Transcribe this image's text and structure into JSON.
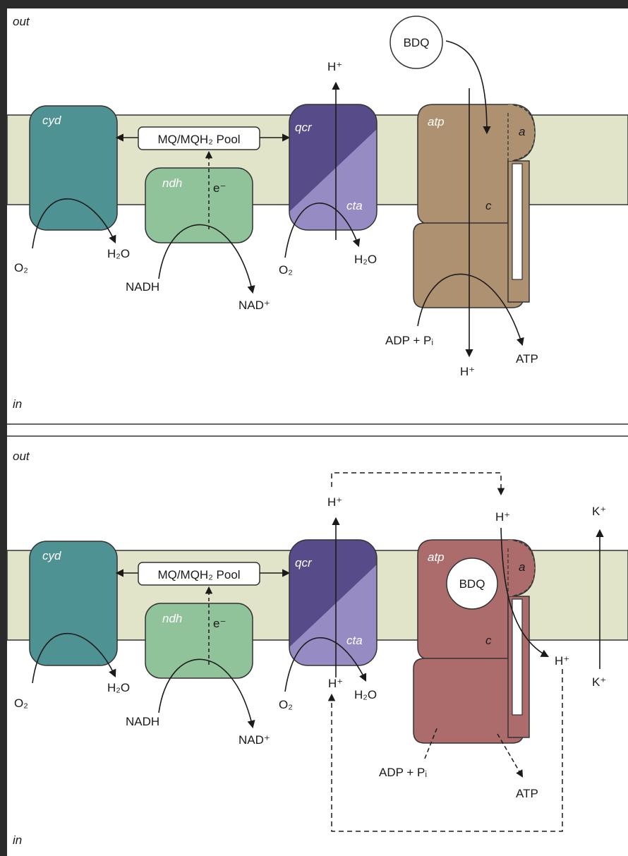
{
  "colors": {
    "background": "#2b2b2b",
    "panel": "#ffffff",
    "membrane": "#e2e4c9",
    "cyd": "#4f9293",
    "ndh": "#91c39a",
    "qcr_dark": "#574b89",
    "cta_light": "#968bc2",
    "atp_normal": "#ad9171",
    "atp_bdq": "#ad6c6c"
  },
  "panels": [
    {
      "side_out": "out",
      "side_in": "in",
      "complexes": {
        "cyd": "cyd",
        "ndh": "ndh",
        "qcr": "qcr",
        "cta": "cta",
        "atp": "atp",
        "a": "a",
        "c": "c"
      },
      "pool": "MQ/MQH₂ Pool",
      "electron": "e⁻",
      "labels": {
        "o2_left": "O₂",
        "h2o_left": "H₂O",
        "nadh": "NADH",
        "nad": "NAD⁺",
        "o2_mid": "O₂",
        "h2o_mid": "H₂O",
        "h_qcr": "H⁺",
        "adp": "ADP + Pᵢ",
        "atp_out": "ATP",
        "h_atp_in": "H⁺"
      },
      "bdq": "BDQ"
    },
    {
      "side_out": "out",
      "side_in": "in",
      "complexes": {
        "cyd": "cyd",
        "ndh": "ndh",
        "qcr": "qcr",
        "cta": "cta",
        "atp": "atp",
        "a": "a",
        "c": "c"
      },
      "pool": "MQ/MQH₂ Pool",
      "electron": "e⁻",
      "labels": {
        "o2_left": "O₂",
        "h2o_left": "H₂O",
        "nadh": "NADH",
        "nad": "NAD⁺",
        "o2_mid": "O₂",
        "h2o_mid": "H₂O",
        "h_qcr": "H⁺",
        "h_qcr_in": "H⁺",
        "h_atp_out": "H⁺",
        "h_right": "H⁺",
        "k_out": "K⁺",
        "k_in": "K⁺",
        "adp": "ADP + Pᵢ",
        "atp_out": "ATP"
      },
      "bdq": "BDQ"
    }
  ]
}
